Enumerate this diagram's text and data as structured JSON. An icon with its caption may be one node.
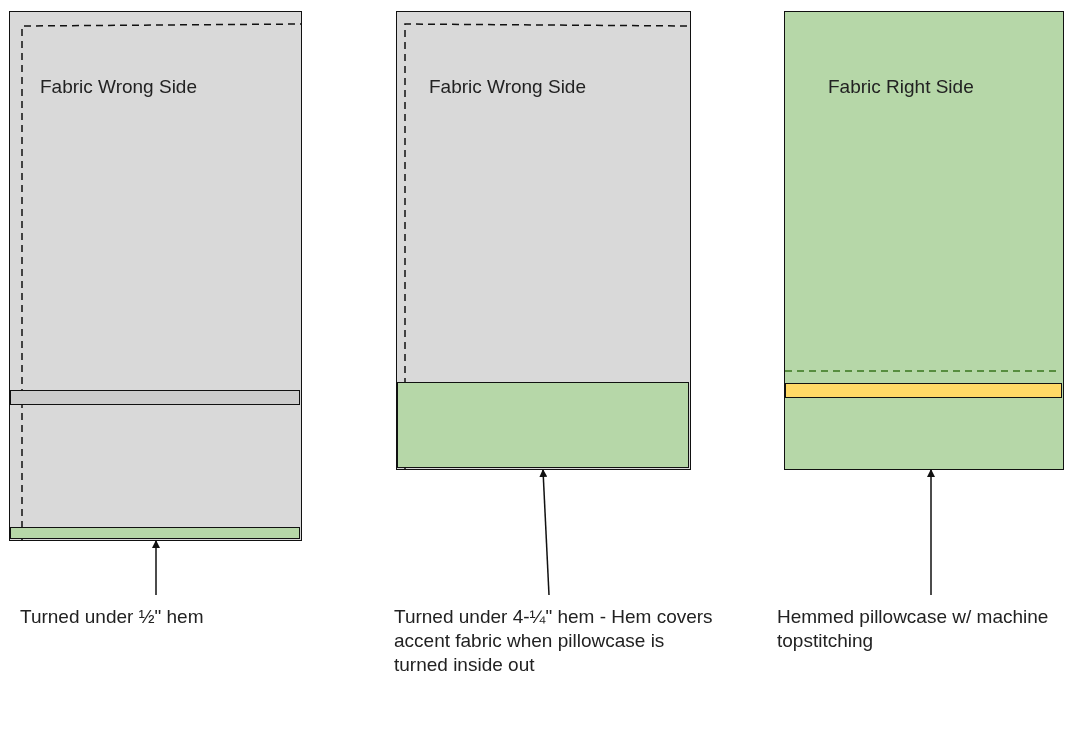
{
  "diagram": {
    "nodes": [
      {
        "text": [
          "Fabric Wrong Side"
        ]
      },
      {
        "text": [],
        "shape": "bar",
        "in": 0
      },
      {
        "text": [],
        "shape": "bar",
        "in": 0
      },
      {
        "text": [
          "Turned under ½\" hem"
        ]
      },
      {
        "text": [
          "Fabric Wrong Side"
        ]
      },
      {
        "text": [],
        "shape": "bar",
        "in": 4
      },
      {
        "text": [
          "Turned under 4-¼\" hem - Hem covers accent fabric when pillowcase is turned inside out"
        ]
      },
      {
        "text": [
          "Fabric Right Side"
        ]
      },
      {
        "text": [],
        "shape": "bar",
        "in": 7
      },
      {
        "text": [
          "Hemmed pillowcase w/ machine topstitching"
        ]
      }
    ],
    "edges": [
      {
        "from": 3,
        "to": 2,
        "arrow": "to"
      },
      {
        "from": 6,
        "to": 5,
        "arrow": "to"
      },
      {
        "from": 9,
        "to": 7,
        "arrow": "to"
      }
    ]
  }
}
